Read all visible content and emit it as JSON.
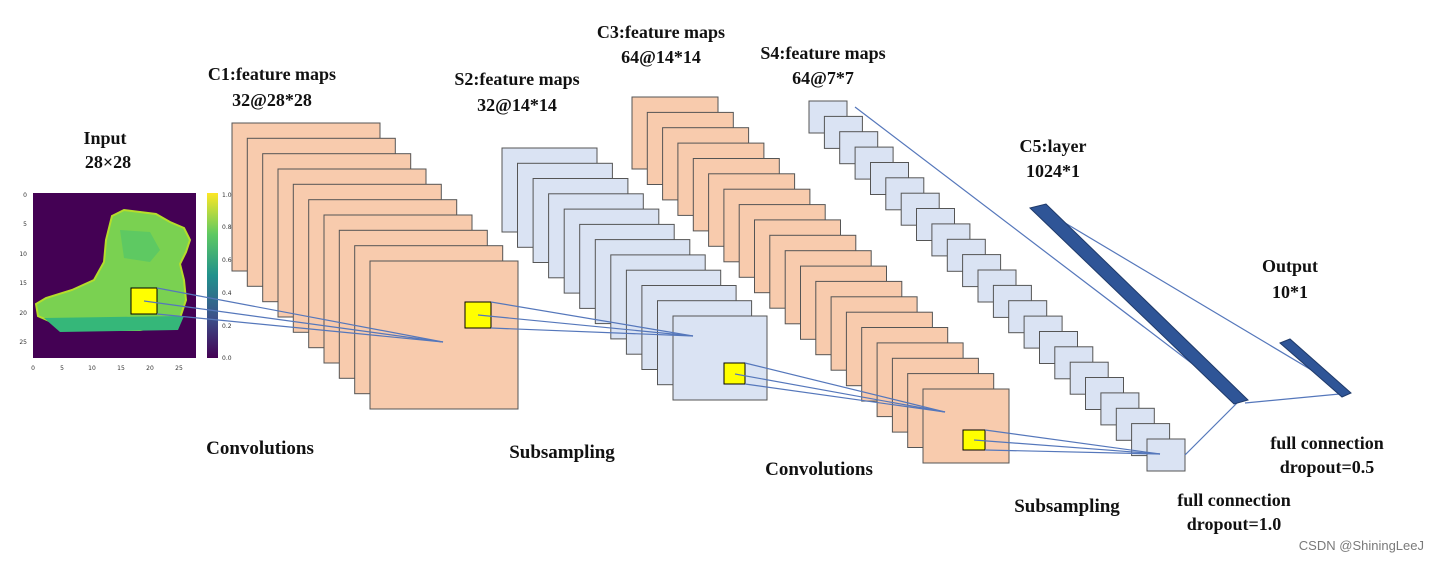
{
  "labels": {
    "input_title": "Input",
    "input_size": "28×28",
    "c1_title": "C1:feature maps",
    "c1_size": "32@28*28",
    "s2_title": "S2:feature maps",
    "s2_size": "32@14*14",
    "c3_title": "C3:feature maps",
    "c3_size": "64@14*14",
    "s4_title": "S4:feature maps",
    "s4_size": "64@7*7",
    "c5_title": "C5:layer",
    "c5_size": "1024*1",
    "output_title": "Output",
    "output_size": "10*1",
    "op_conv1": "Convolutions",
    "op_sub1": "Subsampling",
    "op_conv2": "Convolutions",
    "op_sub2": "Subsampling",
    "fc1_title": "full connection",
    "fc1_dropout": "dropout=1.0",
    "fc2_title": "full connection",
    "fc2_dropout": "dropout=0.5"
  },
  "input_image": {
    "x_ticks": [
      "0",
      "5",
      "10",
      "15",
      "20",
      "25"
    ],
    "y_ticks": [
      "0",
      "5",
      "10",
      "15",
      "20",
      "25"
    ],
    "colorbar_ticks": [
      "1.0",
      "0.8",
      "0.6",
      "0.4",
      "0.2",
      "0.0"
    ]
  },
  "watermark": "CSDN @ShiningLeeJ",
  "colors": {
    "conv_fill": "#f8cbad",
    "pool_fill": "#dae3f3",
    "dense_fill": "#2f5597",
    "connection_line": "#5577bb",
    "kernel_fill": "#ffff00",
    "image_bg": "#440154",
    "shoe": "#7ad151"
  }
}
